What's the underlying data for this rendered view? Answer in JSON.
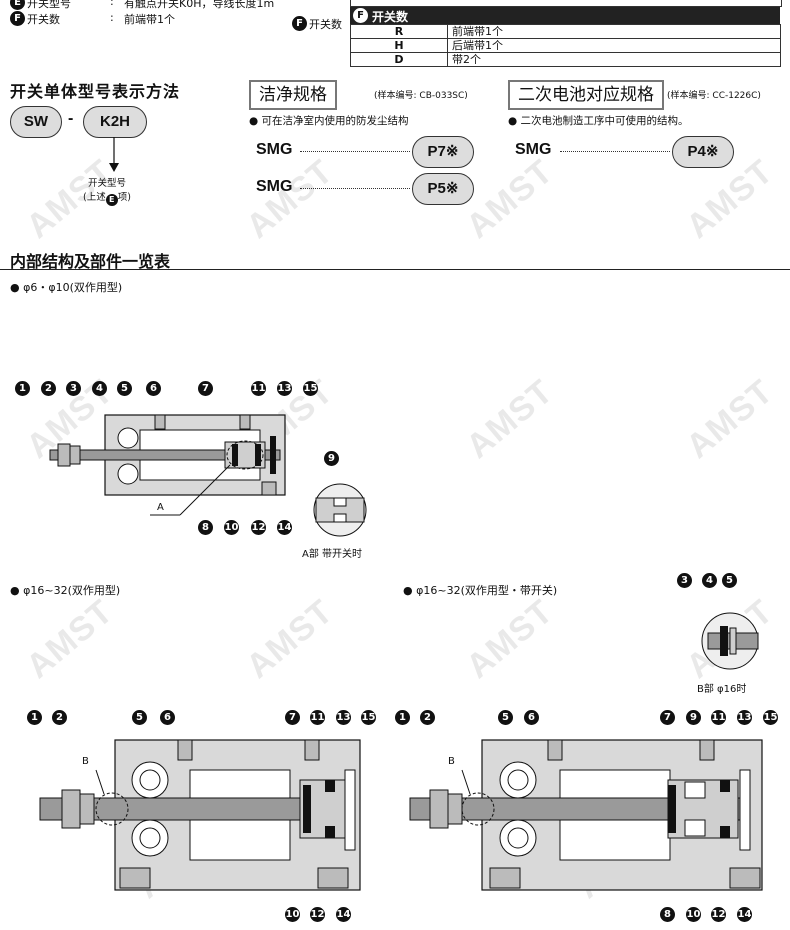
{
  "top": {
    "e_label": "开关型号",
    "e_value": "有触点开关K0H，导线长度1m",
    "f_label": "开关数",
    "f_value": "前端带1个",
    "f_side_label": "开关数",
    "colon": ":"
  },
  "switch_table": {
    "title": "开关数",
    "rows": [
      {
        "code": "R",
        "desc": "前端带1个"
      },
      {
        "code": "H",
        "desc": "后端带1个"
      },
      {
        "code": "D",
        "desc": "带2个"
      }
    ]
  },
  "switch_unit": {
    "heading": "开关单体型号表示方法",
    "part1": "SW",
    "dash": "-",
    "part2": "K2H",
    "note_line1": "开关型号",
    "note_line2a": "(上述",
    "note_line2b": "项)"
  },
  "clean": {
    "title": "洁净规格",
    "ref": "(样本编号: CB-033SC)",
    "desc": "可在洁净室内使用的防发尘结构",
    "rows": [
      {
        "prefix": "SMG",
        "code": "P7※"
      },
      {
        "prefix": "SMG",
        "code": "P5※"
      }
    ]
  },
  "battery": {
    "title": "二次电池对应规格",
    "ref": "(样本编号: CC-1226C)",
    "desc": "二次电池制造工序中可使用的结构。",
    "rows": [
      {
        "prefix": "SMG",
        "code": "P4※"
      }
    ]
  },
  "internal": {
    "heading": "内部结构及部件一览表",
    "sub1": "φ6・φ10(双作用型)",
    "sub2": "φ16~32(双作用型)",
    "sub3": "φ16~32(双作用型・带开关)",
    "detail_a_label": "A部 带开关时",
    "detail_b_label": "B部 φ16时",
    "label_a": "A",
    "label_b1": "B",
    "label_b2": "B"
  },
  "callouts": {
    "d1_top": [
      "1",
      "2",
      "3",
      "4",
      "5",
      "6",
      "7",
      "11",
      "13",
      "15"
    ],
    "d1_bottom": [
      "8",
      "10",
      "12",
      "14"
    ],
    "d1_detail": "9",
    "bdetail": [
      "3",
      "4",
      "5"
    ],
    "d2_top": [
      "1",
      "2",
      "5",
      "6",
      "7",
      "11",
      "13",
      "15"
    ],
    "d2_bottom": [
      "10",
      "12",
      "14"
    ],
    "d3_top": [
      "1",
      "2",
      "5",
      "6",
      "7",
      "9",
      "11",
      "13",
      "15"
    ],
    "d3_bottom": [
      "8",
      "10",
      "12",
      "14"
    ],
    "e_letter": "E",
    "f_letter": "F"
  },
  "watermark": "AMST",
  "colors": {
    "ink": "#111111",
    "pill_fill": "#dddddd",
    "body_gray": "#d9d9d9",
    "rod_gray": "#9a9a9a",
    "seal_black": "#111111"
  }
}
